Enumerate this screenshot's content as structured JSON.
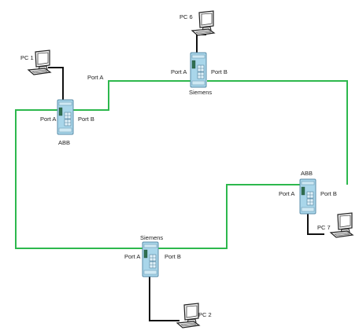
{
  "colors": {
    "ring": "#2db84d",
    "link": "#111111",
    "device_body": "#a9d6ea",
    "device_stroke": "#5a8ca8"
  },
  "devices": [
    {
      "id": "abb-left",
      "vendor": "ABB",
      "port_a": "Port A",
      "port_b": "Port B",
      "icon": "relay-icon"
    },
    {
      "id": "siemens-top",
      "vendor": "Siemens",
      "port_a": "Port A",
      "port_b": "Port B",
      "icon": "relay-icon"
    },
    {
      "id": "abb-right",
      "vendor": "ABB",
      "port_a": "Port A",
      "port_b": "Port B",
      "icon": "relay-icon"
    },
    {
      "id": "siemens-bottom",
      "vendor": "Siemens",
      "port_a": "Port A",
      "port_b": "Port B",
      "icon": "relay-icon"
    }
  ],
  "pcs": [
    {
      "id": "pc1",
      "label": "PC 1",
      "icon": "computer-icon"
    },
    {
      "id": "pc6",
      "label": "PC 6",
      "icon": "computer-icon"
    },
    {
      "id": "pc7",
      "label": "PC 7",
      "icon": "computer-icon"
    },
    {
      "id": "pc2",
      "label": "PC 2",
      "icon": "computer-icon"
    }
  ],
  "ring_label": "Port A"
}
